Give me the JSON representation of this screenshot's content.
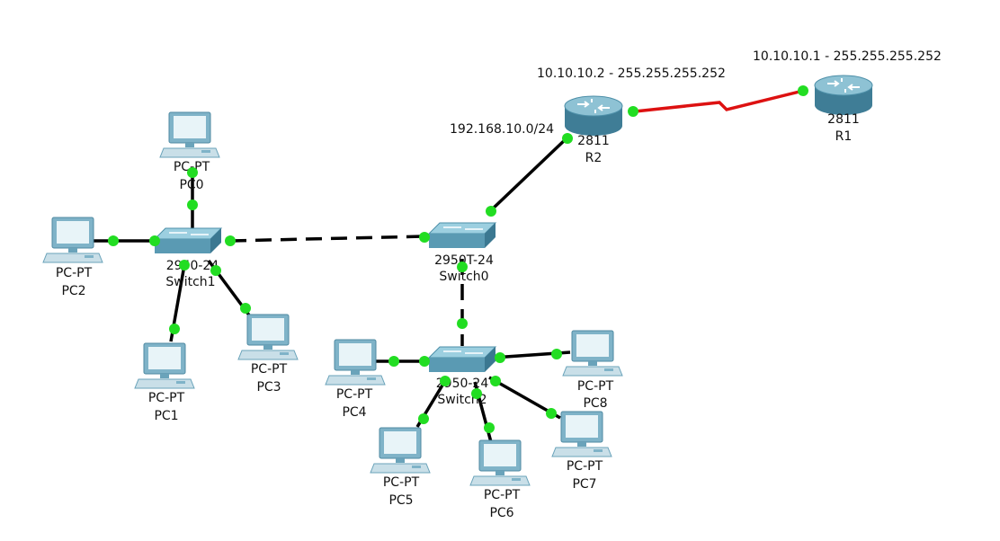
{
  "annotations": {
    "r2_serial": "10.10.10.2 - 255.255.255.252",
    "r1_serial": "10.10.10.1 - 255.255.255.252",
    "lan_network": "192.168.10.0/24"
  },
  "devices": {
    "r1": {
      "model": "2811",
      "name": "R1"
    },
    "r2": {
      "model": "2811",
      "name": "R2"
    },
    "switch0": {
      "model": "2950T-24",
      "name": "Switch0"
    },
    "switch1": {
      "model": "2950-24",
      "name": "Switch1"
    },
    "switch2": {
      "model": "2950-24",
      "name": "Switch2"
    },
    "pc0": {
      "model": "PC-PT",
      "name": "PC0"
    },
    "pc1": {
      "model": "PC-PT",
      "name": "PC1"
    },
    "pc2": {
      "model": "PC-PT",
      "name": "PC2"
    },
    "pc3": {
      "model": "PC-PT",
      "name": "PC3"
    },
    "pc4": {
      "model": "PC-PT",
      "name": "PC4"
    },
    "pc5": {
      "model": "PC-PT",
      "name": "PC5"
    },
    "pc6": {
      "model": "PC-PT",
      "name": "PC6"
    },
    "pc7": {
      "model": "PC-PT",
      "name": "PC7"
    },
    "pc8": {
      "model": "PC-PT",
      "name": "PC8"
    }
  },
  "colors": {
    "serial_link": "#dd1111",
    "ethernet_link": "#000000",
    "port_status_up": "#22dd22"
  }
}
